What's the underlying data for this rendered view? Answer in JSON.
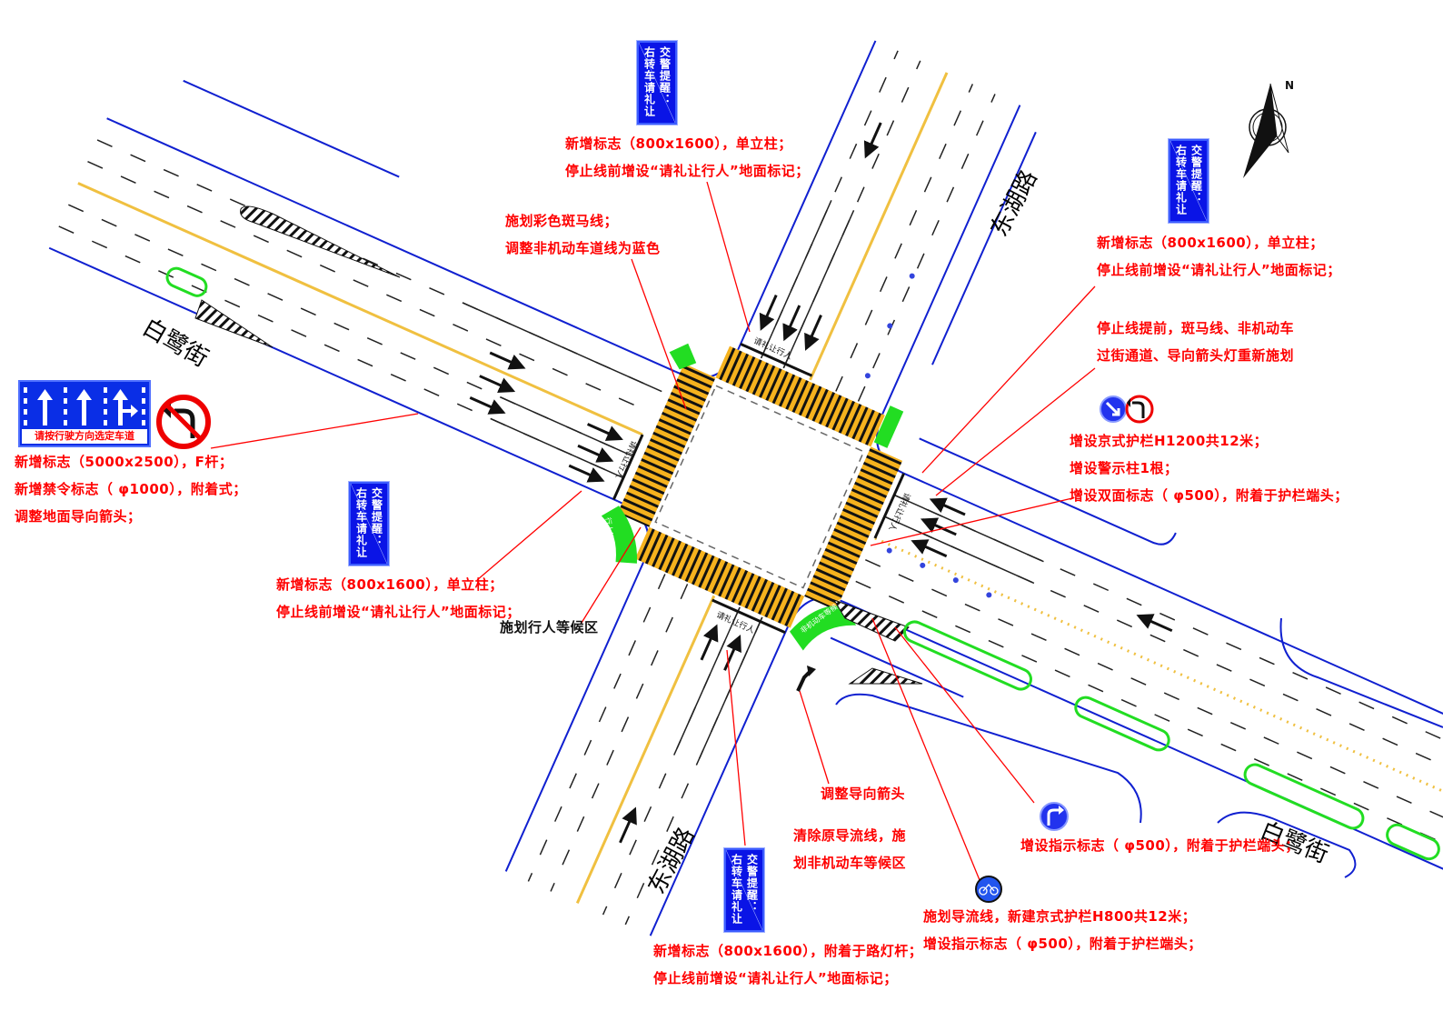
{
  "road_names": {
    "bailu_west": "白鹭街",
    "bailu_east": "白鹭街",
    "donghu_north": "东湖路",
    "donghu_south": "东湖路"
  },
  "compass": {
    "north_label": "N"
  },
  "warning_sign": {
    "line1": "交警提醒：",
    "line2": "右转车请礼让"
  },
  "lane_sign": {
    "caption": "请按行驶方向选定车道"
  },
  "crosswalk_marking": "请礼让行人",
  "waiting_area_labels": {
    "pedestrian": "行人等候区",
    "non_motor": "非机动车等候区"
  },
  "annotations": {
    "north_sign": [
      "新增标志（800x1600），单立柱；",
      "停止线前增设“请礼让行人”地面标记；"
    ],
    "east_sign": [
      "新增标志（800x1600），单立柱；",
      "停止线前增设“请礼让行人”地面标记；"
    ],
    "colored_crosswalk": [
      "施划彩色斑马线；",
      "调整非机动车道线为蓝色"
    ],
    "stopline_advance": [
      "停止线提前，斑马线、非机动车",
      "过街通道、导向箭头灯重新施划"
    ],
    "guardrail_east": [
      "增设京式护栏H1200共12米；",
      "增设警示柱1根；",
      "增设双面标志（ φ500），附着于护栏端头；"
    ],
    "lane_sign_note": [
      "新增标志（5000x2500），F杆；",
      "新增禁令标志（ φ1000），附着式；",
      "调整地面导向箭头；"
    ],
    "west_sign": [
      "新增标志（800x1600），单立柱；",
      "停止线前增设“请礼让行人”地面标记；"
    ],
    "ped_waiting": [
      "施划行人等候区"
    ],
    "adjust_arrow": [
      "调整导向箭头"
    ],
    "non_motor_waiting": [
      "清除原导流线，施",
      "划非机动车等候区"
    ],
    "right_turn_sign": [
      "增设指示标志（ φ500），附着于护栏端头；"
    ],
    "bike_guardrail": [
      "施划导流线，新建京式护栏H800共12米；",
      "增设指示标志（ φ500），附着于护栏端头；"
    ],
    "south_sign": [
      "新增标志（800x1600），附着于路灯杆；",
      "停止线前增设“请礼让行人”地面标记；"
    ]
  },
  "colors": {
    "annotation": "#ff0000",
    "curb": "#1020d0",
    "crosswalk": "#f5b21e",
    "waiting_area": "#22dd22",
    "sign_blue": "#0a14e6",
    "centerline": "#f0c040"
  }
}
